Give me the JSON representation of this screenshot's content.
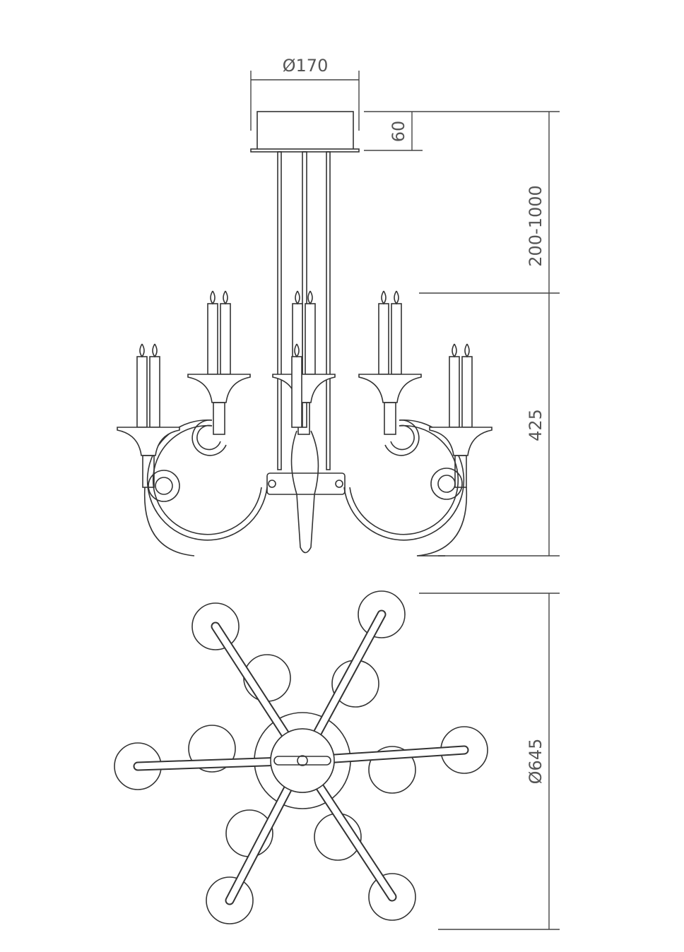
{
  "drawing": {
    "title": "Chandelier dimension drawing",
    "dimensions": {
      "canopy_diameter": "Ø170",
      "canopy_height": "60",
      "suspension_length": "200-1000",
      "body_height": "425",
      "overall_diameter": "Ø645"
    },
    "colors": {
      "line": "#333333",
      "dimension_text": "#555555"
    }
  }
}
